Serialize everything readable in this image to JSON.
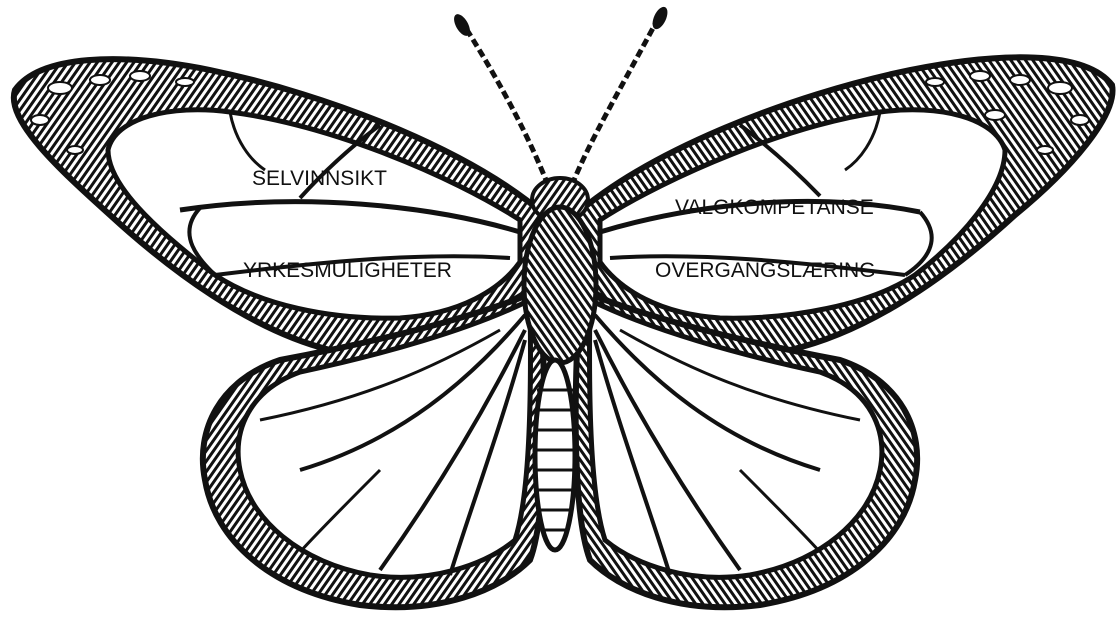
{
  "labels": {
    "top_left": "SELVINNSIKT",
    "bottom_left": "YRKESMULIGHETER",
    "top_right": "VALGKOMPETANSE",
    "bottom_right": "OVERGANGSLÆRING"
  },
  "colors": {
    "ink": "#111111",
    "paper": "#ffffff"
  },
  "illustration": "butterfly-engraving"
}
